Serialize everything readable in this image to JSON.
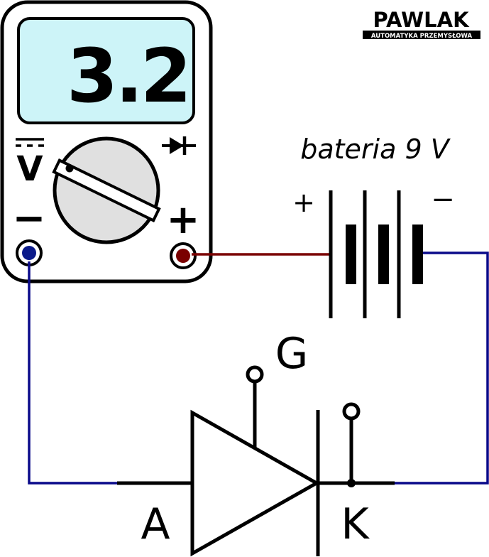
{
  "logo": {
    "name": "PAWLAK",
    "tagline": "AUTOMATYKA PRZEMYSŁOWA"
  },
  "multimeter": {
    "display_reading": "3.2",
    "mode_symbol": "V",
    "minus_sign": "−",
    "plus_sign": "+",
    "diode_mode_icon": "diode-icon"
  },
  "battery": {
    "label": "bateria 9 V",
    "plus_sign": "+",
    "minus_sign": "−"
  },
  "thyristor": {
    "gate_label": "G",
    "anode_label": "A",
    "cathode_label": "K"
  },
  "colors": {
    "lcd_background": "#cdf4f8",
    "knob_background": "#e0e0e0",
    "negative_wire": "#0a0a8a",
    "positive_wire": "#7a0000",
    "negative_jack": "#0b1a8a",
    "positive_jack": "#7a0000"
  }
}
